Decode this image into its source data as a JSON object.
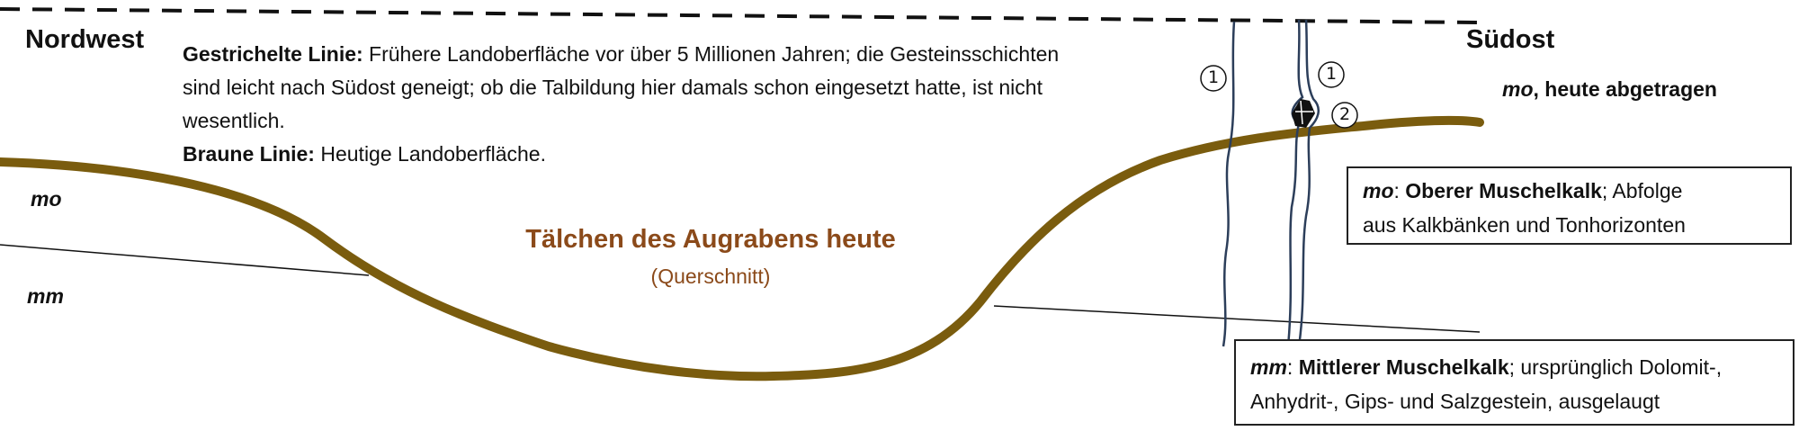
{
  "direction": {
    "left": "Nordwest",
    "right": "Südost"
  },
  "units": {
    "upper_left": "mo",
    "lower_left": "mm"
  },
  "legend": {
    "dashed_term": "Gestrichelte Linie:",
    "dashed_text_1": " Frühere Landoberfläche vor über 5 Millionen Jahren; die Gesteinsschichten",
    "dashed_text_2": "sind leicht nach Südost geneigt; ob die Talbildung hier damals schon eingesetzt hatte, ist nicht",
    "dashed_text_3": "wesentlich.",
    "brown_term": "Braune Linie:",
    "brown_text": " Heutige Landoberfläche."
  },
  "valley": {
    "title": "Tälchen des Augrabens heute",
    "subtitle": "(Querschnitt)"
  },
  "removed_note": {
    "code": "mo",
    "text": ", heute abgetragen"
  },
  "box_mo": {
    "code": "mo",
    "sep": ": ",
    "name": "Oberer Muschelkalk",
    "text_1": "; Abfolge",
    "text_2": "aus Kalkbänken und Tonhorizonten"
  },
  "box_mm": {
    "code": "mm",
    "sep": ": ",
    "name": "Mittlerer Muschelkalk",
    "text_1": "; ursprünglich Dolomit-,",
    "text_2": "Anhydrit-, Gips- und Salzgestein, ausgelaugt"
  },
  "markers": {
    "one_a": "①",
    "one_b": "①",
    "two": "②"
  },
  "colors": {
    "surface": "#7A5C0E",
    "valley_title": "#8B4A1A",
    "fracture": "#2C3E5A"
  }
}
